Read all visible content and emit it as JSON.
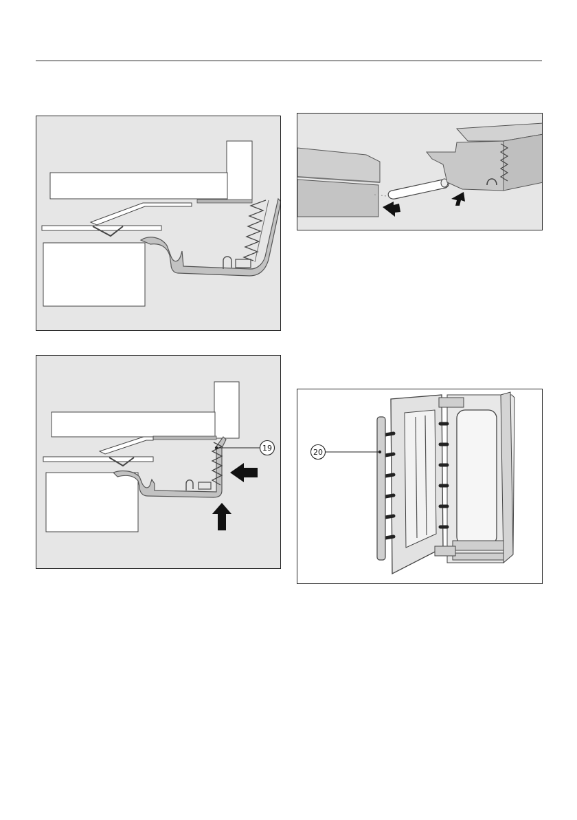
{
  "header": {
    "rule_color": "#222222"
  },
  "colors": {
    "panel_bg": "#e6e6e6",
    "profile_fill": "#c2c2c2",
    "profile_stroke": "#555555",
    "board_fill": "#ffffff",
    "arrow_fill": "#111111"
  },
  "figures": [
    {
      "id": "seal-before-fitting",
      "callouts": []
    },
    {
      "id": "seal-pressed-in",
      "callouts": [
        {
          "number": "19"
        }
      ]
    },
    {
      "id": "connector-pin-joining",
      "callouts": []
    },
    {
      "id": "appliance-door-trim",
      "callouts": [
        {
          "number": "20"
        }
      ]
    }
  ]
}
